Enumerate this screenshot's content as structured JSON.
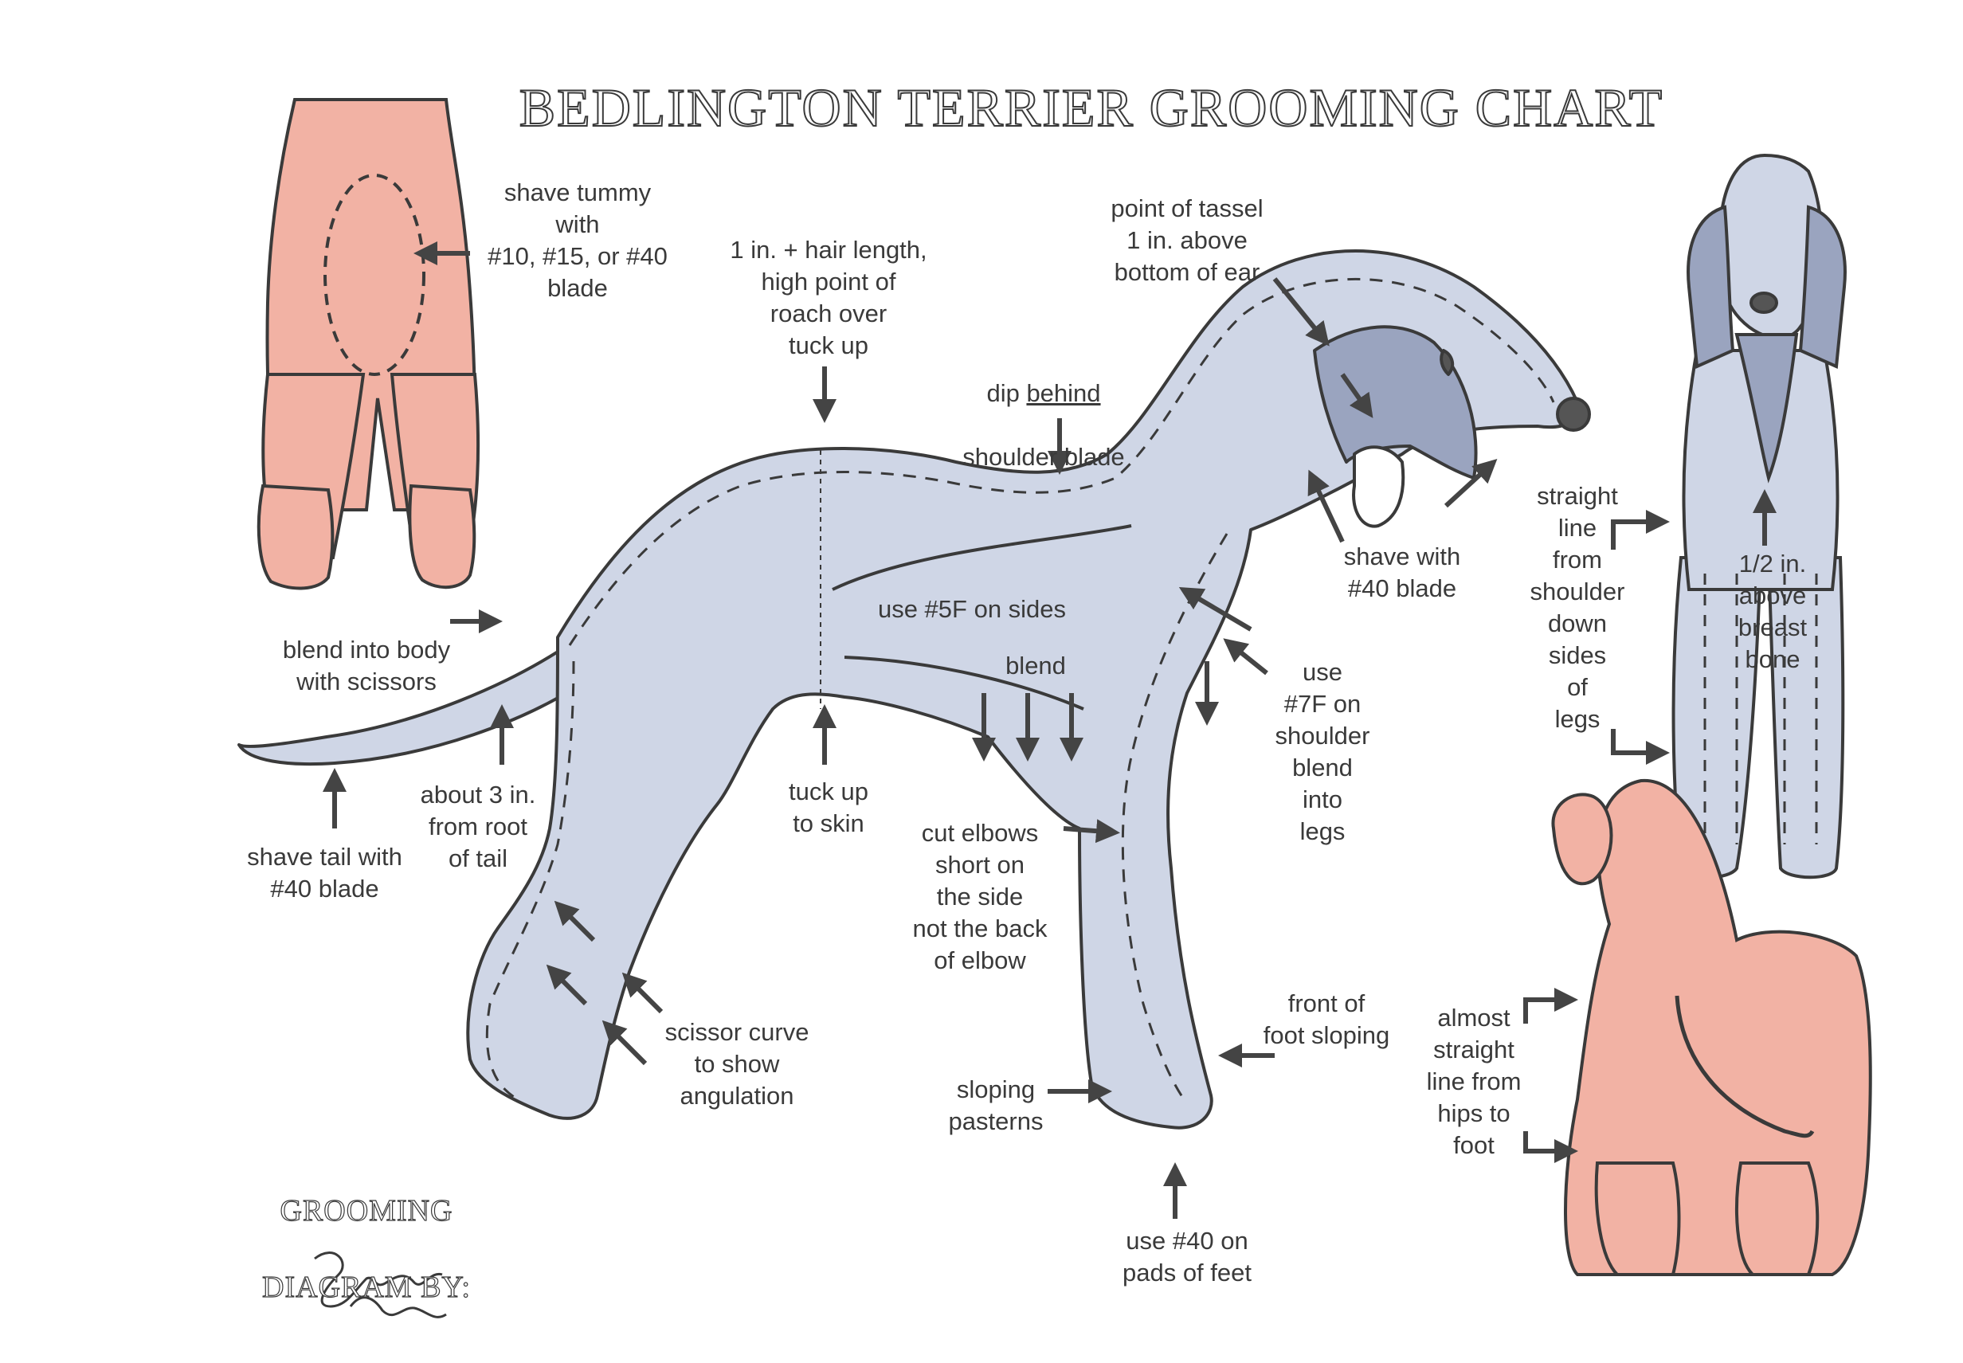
{
  "title": "BEDLINGTON TERRIER GROOMING CHART",
  "credit": {
    "line1": "GROOMING",
    "line2": "DIAGRAM BY:",
    "signature": "Sandee Fikes"
  },
  "colors": {
    "body_fill": "#cfd6e6",
    "shaved_fill": "#f2b2a4",
    "outline": "#3a3a3a",
    "arrow": "#444444",
    "shade": "#9aa4bf"
  },
  "labels": {
    "shave_tummy": "shave tummy\nwith\n#10, #15, or #40\nblade",
    "roach": "1 in. + hair length,\nhigh point of\nroach over\ntuck up",
    "tassel": "point of tassel\n1 in. above\nbottom of ear",
    "dip_prefix": "dip ",
    "dip_under": "behind",
    "dip_rest": "shoulder blade",
    "shave_head": "shave with\n#40 blade",
    "straight_line": "straight\nline\nfrom\nshoulder\ndown\nsides\nof\nlegs",
    "breast_bone": "1/2 in.\nabove\nbreast\nbone",
    "sides": "use #5F on sides",
    "blend": "blend",
    "blend_body": "blend into body\nwith scissors",
    "shoulder": "use\n#7F on\nshoulder\nblend\ninto\nlegs",
    "shave_tail": "shave tail with\n#40 blade",
    "root_tail": "about 3 in.\nfrom root\nof tail",
    "tuck_up": "tuck up\nto skin",
    "elbows": "cut elbows\nshort on\nthe side\nnot the back\nof elbow",
    "scissor_curve": "scissor curve\nto show\nangulation",
    "front_foot": "front of\nfoot sloping",
    "pasterns": "sloping\npasterns",
    "pads": "use #40 on\npads of feet",
    "hips": "almost\nstraight\nline from\nhips to\nfoot"
  }
}
